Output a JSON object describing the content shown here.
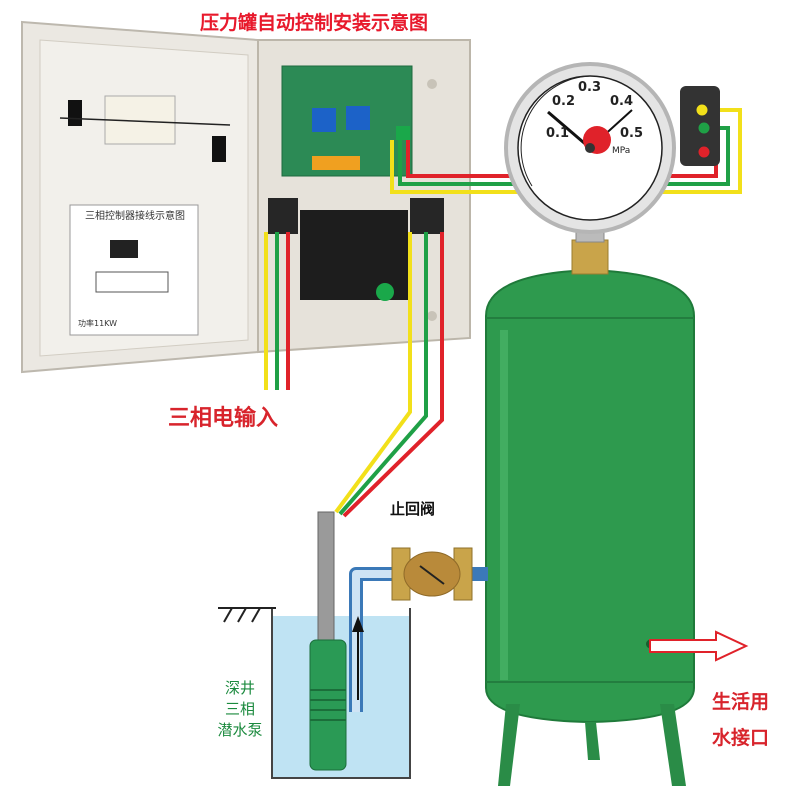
{
  "title": "压力罐自动控制安装示意图",
  "labels": {
    "three_phase_input": "三相电输入",
    "check_valve": "止回阀",
    "pump_line1": "深井",
    "pump_line2": "三相",
    "pump_line3": "潜水泵",
    "outlet_line1": "生活用",
    "outlet_line2": "水接口"
  },
  "control_panel": {
    "diagram_title": "三相控制器接线示意图",
    "power_rating": "功率11KW"
  },
  "gauge": {
    "scale": [
      "0.1",
      "0.2",
      "0.3",
      "0.4",
      "0.5"
    ],
    "unit": "MPa"
  },
  "colors": {
    "title": "#e8192c",
    "label_red": "#d8242c",
    "pump_label": "#1b8a3e",
    "tank": "#2e9a4e",
    "wire_yellow": "#f2e01a",
    "wire_green": "#1fa046",
    "wire_red": "#e0222a",
    "water": "#bfe3f3"
  },
  "icons": [
    "pressure-gauge-icon",
    "water-tank-icon",
    "check-valve-icon",
    "submersible-pump-icon",
    "control-box-icon",
    "flow-arrow-icon"
  ]
}
